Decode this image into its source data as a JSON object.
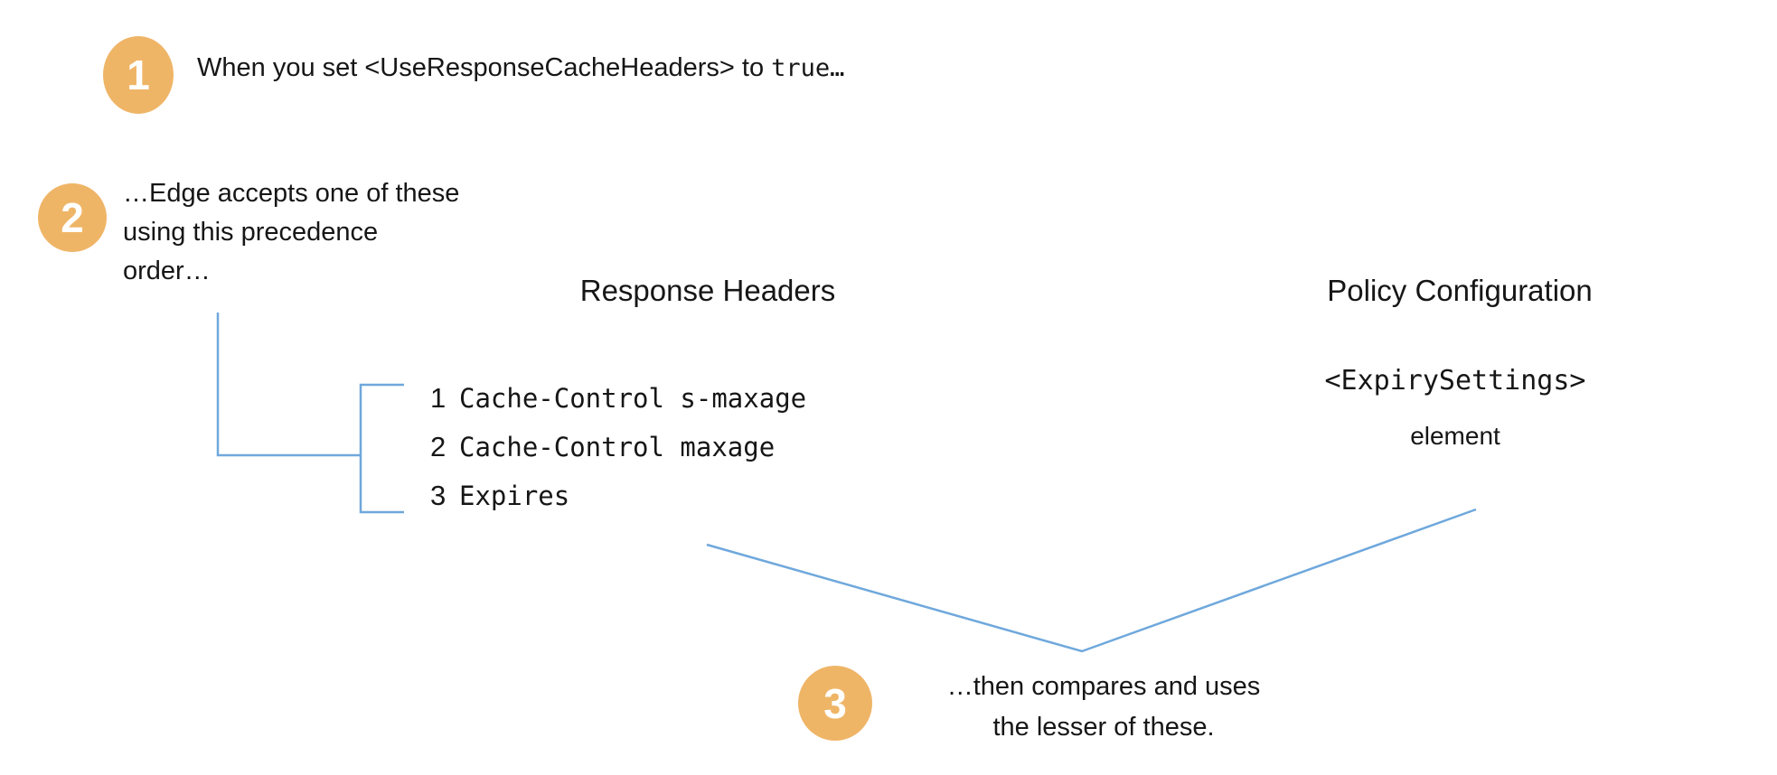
{
  "colors": {
    "badge": "#efb567",
    "badge-text": "#ffffff",
    "line": "#6fa8dc",
    "ink": "#161616"
  },
  "steps": [
    {
      "number": "1",
      "text_prefix": "When you set <UseResponseCacheHeaders> to ",
      "code": "true…"
    },
    {
      "number": "2",
      "text": "…Edge accepts one of these\nusing this precedence\norder…"
    },
    {
      "number": "3",
      "text": "…then compares and uses\nthe lesser of these."
    }
  ],
  "columns": {
    "response_headers": {
      "title": "Response Headers",
      "items": [
        {
          "rank": "1",
          "name": "Cache-Control s-maxage"
        },
        {
          "rank": "2",
          "name": "Cache-Control maxage"
        },
        {
          "rank": "3",
          "name": "Expires"
        }
      ]
    },
    "policy_configuration": {
      "title": "Policy Configuration",
      "code": "<ExpirySettings>",
      "label": "element"
    }
  }
}
